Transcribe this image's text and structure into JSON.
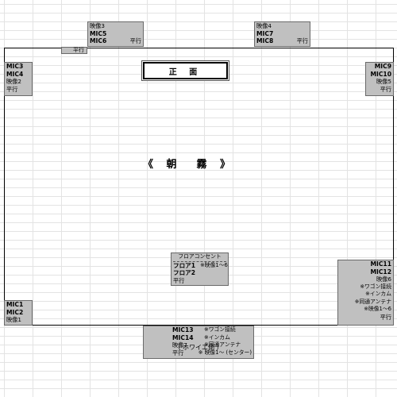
{
  "top_left": {
    "l1": "映像3",
    "l2": "MIC5",
    "l3": "MIC6",
    "l3b": "平行"
  },
  "top_left_tag": "平行",
  "top_right": {
    "l1": "映像4",
    "l2": "MIC7",
    "l3": "MIC8",
    "l3b": "平行"
  },
  "left_upper": {
    "l1": "MIC3",
    "l2": "MIC4",
    "l3": "映像2",
    "l4": "平行"
  },
  "right_upper": {
    "l1": "MIC9",
    "l2": "MIC10",
    "l3": "映像5",
    "l4": "平行"
  },
  "front_label": "正 面",
  "room_title": "《 朝　霧 》",
  "floor_box": {
    "head": "フロアコンセント",
    "l1": "フロア1",
    "l1note": "※映像1～6",
    "l2": "フロア2",
    "l3": "平行"
  },
  "right_lower": {
    "l1": "MIC11",
    "l2": "MIC12",
    "l3": "映像6",
    "l4": "※ワゴン接続",
    "l5": "※インカム",
    "l6": "※同通アンテナ",
    "l7": "※映像1～6",
    "l8": "平行"
  },
  "left_lower": {
    "l1": "MIC1",
    "l2": "MIC2",
    "l3": "映像1"
  },
  "bottom": {
    "a1": "MIC13",
    "b1": "※ワゴン接続",
    "a2": "MIC14",
    "b2": "※インカム",
    "a3": "映像7",
    "b3": "※同通アンテナ",
    "a4": "平行",
    "b4": "※ 映像1～ (センター)"
  },
  "caption": "（ ホワイエ側 ）"
}
